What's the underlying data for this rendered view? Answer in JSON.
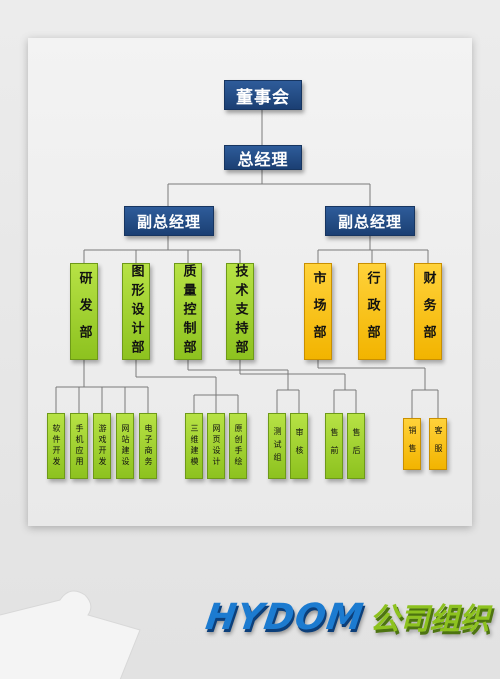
{
  "chairman": "董事会",
  "gm": "总经理",
  "vps": [
    "副总经理",
    "副总经理"
  ],
  "depts": [
    {
      "label": "研\n发\n部",
      "color": "green",
      "subs": [
        "软件开发",
        "手机应用",
        "游戏开发",
        "网站建设",
        "电子商务"
      ]
    },
    {
      "label": "图形设计部",
      "color": "green",
      "subs": [
        "三维建模",
        "网页设计",
        "原创手绘"
      ]
    },
    {
      "label": "质量控制部",
      "color": "green",
      "subs": [
        "测试组",
        "审核"
      ]
    },
    {
      "label": "技术支持部",
      "color": "green",
      "subs": [
        "售前",
        "售后"
      ]
    },
    {
      "label": "市\n场\n部",
      "color": "yellow",
      "subs": [
        "销售",
        "客服"
      ]
    },
    {
      "label": "行\n政\n部",
      "color": "yellow",
      "subs": []
    },
    {
      "label": "财\n务\n部",
      "color": "yellow",
      "subs": []
    }
  ],
  "brand": {
    "en": "HYDOM",
    "cn": "公司组织"
  },
  "colors": {
    "blue": "#1b3f73",
    "green": "#8dc21f",
    "yellow": "#f2b400",
    "brand_blue": "#1c7bd0"
  }
}
